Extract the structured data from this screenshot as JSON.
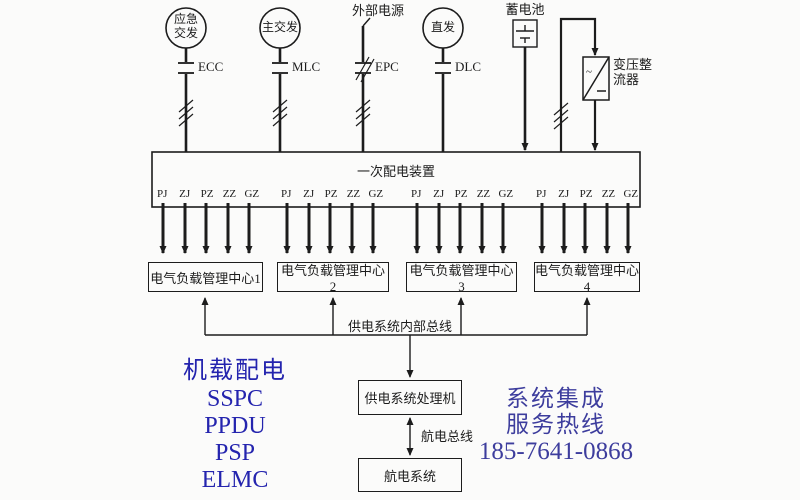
{
  "colors": {
    "line": "#1c1c1c",
    "watermark_blue": "#2424ae",
    "watermark_indigo": "#3d3d9d"
  },
  "sources": {
    "emergency_generator": {
      "label": "应急\n交发",
      "contactor": "ECC"
    },
    "main_generator": {
      "label": "主交发",
      "contactor": "MLC"
    },
    "external_power": {
      "label": "外部电源",
      "contactor": "EPC"
    },
    "direct_generator": {
      "label": "直发",
      "contactor": "DLC"
    },
    "battery": {
      "label": "蓄电池"
    },
    "transformer_rectifier": {
      "label": "变压整\n流器",
      "symbol_ac": "~",
      "symbol_dc": "—"
    }
  },
  "primary_box": {
    "title": "一次配电装置",
    "ports": [
      "PJ",
      "ZJ",
      "PZ",
      "ZZ",
      "GZ"
    ]
  },
  "load_centers": [
    "电气负载管理中心1",
    "电气负载管理中心2",
    "电气负载管理中心3",
    "电气负载管理中心4"
  ],
  "buses": {
    "internal": "供电系统内部总线",
    "avionics": "航电总线"
  },
  "processor": "供电系统处理机",
  "avionics_system": "航电系统",
  "watermark_left": {
    "title": "机载配电",
    "items": [
      "SSPC",
      "PPDU",
      "PSP",
      "ELMC"
    ]
  },
  "watermark_right": {
    "line1": "系统集成",
    "line2": "服务热线",
    "line3": "185-7641-0868"
  }
}
